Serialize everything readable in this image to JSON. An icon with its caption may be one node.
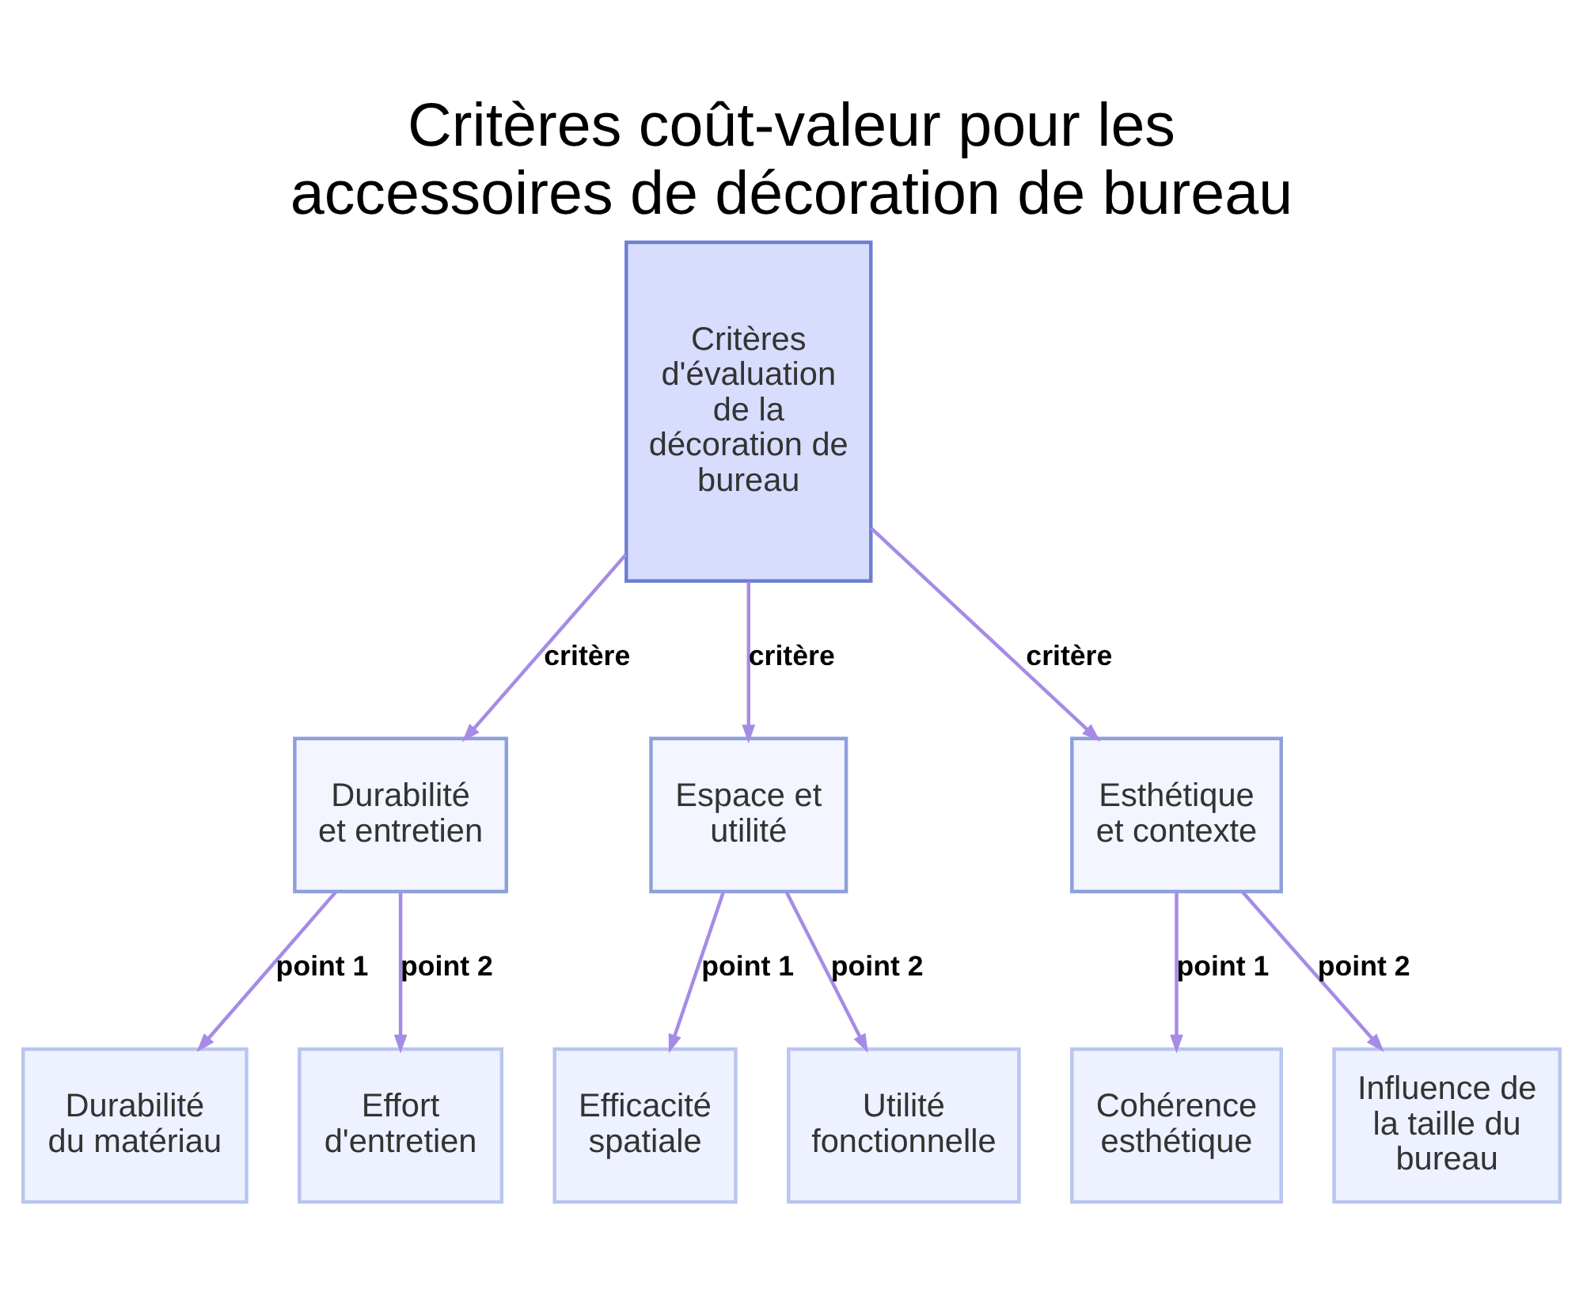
{
  "diagram": {
    "title": "Critères coût-valeur pour les accessoires de décoration de bureau",
    "nodes": [
      {
        "text": [
          "Critères d'évaluation de la décoration de bureau"
        ]
      },
      {
        "text": [
          "Durabilité et entretien"
        ]
      },
      {
        "text": [
          "Espace et utilité"
        ]
      },
      {
        "text": [
          "Esthétique et contexte"
        ]
      },
      {
        "text": [
          "Durabilité du matériau"
        ]
      },
      {
        "text": [
          "Effort d'entretien"
        ]
      },
      {
        "text": [
          "Efficacité spatiale"
        ]
      },
      {
        "text": [
          "Utilité fonctionnelle"
        ]
      },
      {
        "text": [
          "Cohérence esthétique"
        ]
      },
      {
        "text": [
          "Influence de la taille du bureau"
        ]
      }
    ],
    "edges": [
      {
        "from": 0,
        "to": 1,
        "arrow": "to",
        "label": "critère"
      },
      {
        "from": 0,
        "to": 2,
        "arrow": "to",
        "label": "critère"
      },
      {
        "from": 0,
        "to": 3,
        "arrow": "to",
        "label": "critère"
      },
      {
        "from": 1,
        "to": 4,
        "arrow": "to",
        "label": "point 1"
      },
      {
        "from": 1,
        "to": 5,
        "arrow": "to",
        "label": "point 2"
      },
      {
        "from": 2,
        "to": 6,
        "arrow": "to",
        "label": "point 1"
      },
      {
        "from": 2,
        "to": 7,
        "arrow": "to",
        "label": "point 2"
      },
      {
        "from": 3,
        "to": 8,
        "arrow": "to",
        "label": "point 1"
      },
      {
        "from": 3,
        "to": 9,
        "arrow": "to",
        "label": "point 2"
      }
    ]
  }
}
